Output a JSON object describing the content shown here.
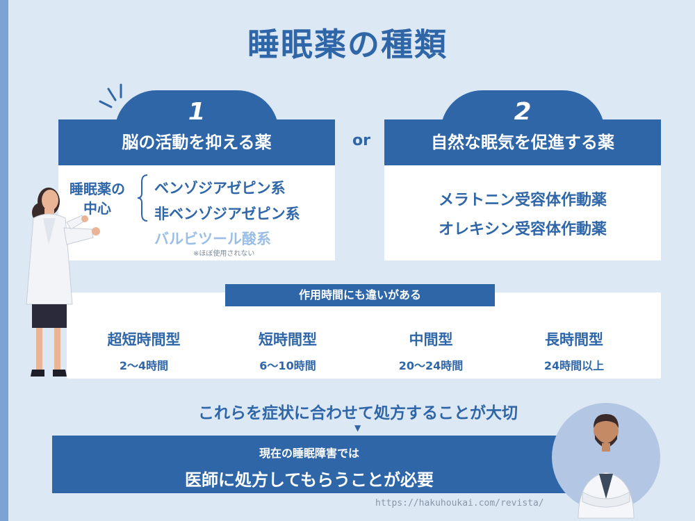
{
  "title": "睡眠薬の種類",
  "connector": "or",
  "card1": {
    "number": "1",
    "heading": "脳の活動を抑える薬",
    "main_label_line1": "睡眠薬の",
    "main_label_line2": "中心",
    "drugs": [
      "ベンゾジアゼピン系",
      "非ベンゾジアゼピン系"
    ],
    "minor_drug": "バルビツール酸系",
    "minor_note": "※ほぼ使用されない"
  },
  "card2": {
    "number": "2",
    "heading": "自然な眠気を促進する薬",
    "drugs": [
      "メラトニン受容体作動薬",
      "オレキシン受容体作動薬"
    ]
  },
  "duration": {
    "tag": "作用時間にも違いがある",
    "types": [
      {
        "type": "超短時間型",
        "hours": "2〜4時間"
      },
      {
        "type": "短時間型",
        "hours": "6〜10時間"
      },
      {
        "type": "中間型",
        "hours": "20〜24時間"
      },
      {
        "type": "長時間型",
        "hours": "24時間以上"
      }
    ]
  },
  "summary": "これらを症状に合わせて処方することが大切",
  "bottom": {
    "small": "現在の睡眠障害では",
    "large": "医師に処方してもらうことが必要"
  },
  "url": "https://hakuhoukai.com/revista/",
  "colors": {
    "primary": "#2f66a8",
    "background": "#dde8f5",
    "muted": "#9bbfe4"
  }
}
